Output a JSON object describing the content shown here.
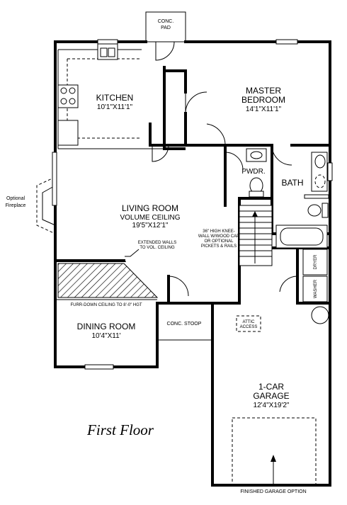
{
  "rooms": {
    "kitchen": {
      "name": "KITCHEN",
      "dims": "10'1\"X11'1\""
    },
    "master_bedroom": {
      "name_line1": "MASTER",
      "name_line2": "BEDROOM",
      "dims": "14'1\"X11'1\""
    },
    "living_room": {
      "name": "LIVING ROOM",
      "sub": "VOLUME CEILING",
      "dims": "19'5\"X12'1\""
    },
    "dining_room": {
      "name": "DINING ROOM",
      "dims": "10'4\"X11'"
    },
    "garage": {
      "name_line1": "1-CAR",
      "name_line2": "GARAGE",
      "dims": "12'4\"X19'2\""
    },
    "bath": {
      "name": "BATH"
    },
    "powder": {
      "name": "PWDR."
    }
  },
  "labels": {
    "conc_pad_line1": "CONC.",
    "conc_pad_line2": "PAD",
    "conc_stoop": "CONC. STOOP",
    "fireplace_line1": "Optional",
    "fireplace_line2": "Fireplace",
    "extended_walls_line1": "EXTENDED WALLS",
    "extended_walls_line2": "TO VOL. CEILING",
    "furr_down": "FURR-DOWN CEILING TO 8'-0\" HGT",
    "knee_wall_line1": "36\" HIGH KNEE-",
    "knee_wall_line2": "WALL W/WOOD CAP",
    "knee_wall_line3": "OR OPTIONAL",
    "knee_wall_line4": "PICKETS & RAILS",
    "attic_line1": "ATTIC",
    "attic_line2": "ACCESS",
    "dryer": "DRYER",
    "washer": "WASHER",
    "finished_garage": "FINISHED GARAGE OPTION",
    "floor_caption": "First Floor"
  }
}
